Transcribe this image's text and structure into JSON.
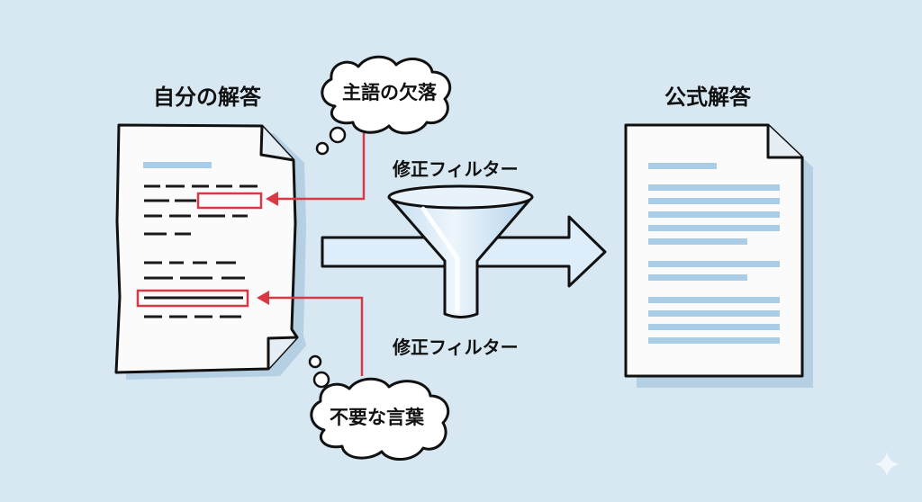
{
  "left_document": {
    "title": "自分の解答"
  },
  "right_document": {
    "title": "公式解答"
  },
  "filter": {
    "label_top": "修正フィルター",
    "label_bottom": "修正フィルター"
  },
  "bubbles": {
    "top": "主語の欠落",
    "bottom": "不要な言葉"
  },
  "colors": {
    "background": "#d8e8f3",
    "text_line_light": "#a9cde6",
    "text_line_dark": "#1a1a1a",
    "highlight_red": "#d73a45",
    "outline": "#111111"
  },
  "icons": {
    "sparkle": "sparkle-icon"
  }
}
